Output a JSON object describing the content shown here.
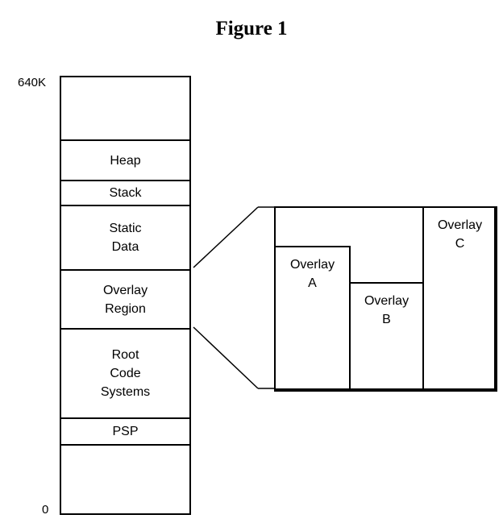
{
  "figure": {
    "title": "Figure 1"
  },
  "memory_map": {
    "top_label": "640K",
    "bottom_label": "0",
    "segments": [
      {
        "label": ""
      },
      {
        "label": "Heap"
      },
      {
        "label": "Stack"
      },
      {
        "label": "Static\nData"
      },
      {
        "label": "Overlay\nRegion"
      },
      {
        "label": "Root\nCode\nSystems"
      },
      {
        "label": "PSP"
      },
      {
        "label": ""
      }
    ]
  },
  "overlays": [
    {
      "label": "Overlay\nA"
    },
    {
      "label": "Overlay\nB"
    },
    {
      "label": "Overlay\nC"
    }
  ]
}
